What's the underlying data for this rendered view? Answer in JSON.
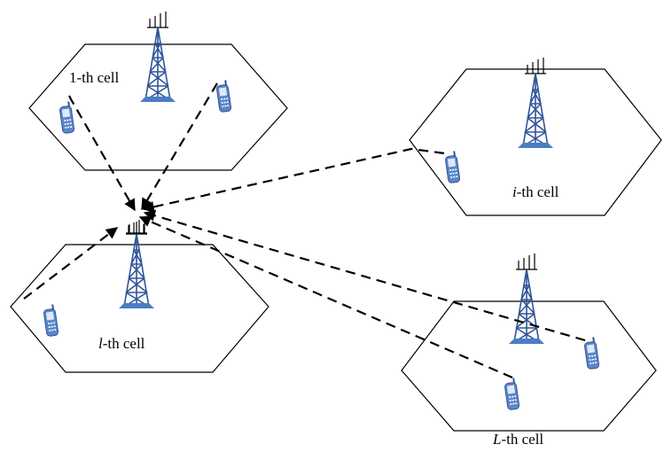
{
  "colors": {
    "tower": "#2f5597",
    "phone": "#5b87c8",
    "link": "#000000",
    "hex_border": "#000000"
  },
  "icons": {
    "tower": "cell-tower-icon",
    "phone": "mobile-phone-icon",
    "antenna": "receiver-antenna-icon"
  },
  "cells": [
    {
      "id": "cell-1",
      "label_prefix": "",
      "label_suffix": "1-th cell"
    },
    {
      "id": "cell-i",
      "label_prefix": "i",
      "label_suffix": "-th cell"
    },
    {
      "id": "cell-l",
      "label_prefix": "l",
      "label_suffix": "-th cell"
    },
    {
      "id": "cell-L",
      "label_prefix": "L",
      "label_suffix": "-th cell"
    }
  ]
}
